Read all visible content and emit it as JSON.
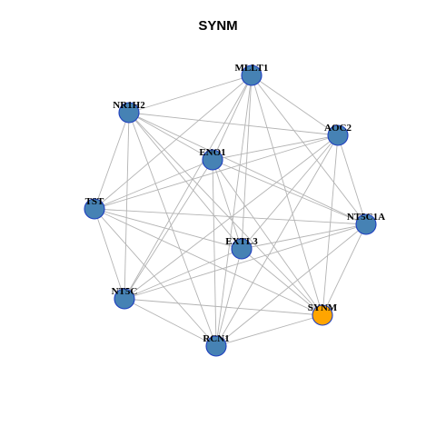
{
  "title": "SYNM",
  "colors": {
    "node_fill": "#4682b4",
    "node_stroke": "#1f3fbf",
    "highlight_fill": "#ffa500",
    "highlight_stroke": "#1f3fbf",
    "edge": "#b3b3b3"
  },
  "nodes": [
    {
      "id": "MLLT1",
      "label": "MLLT1",
      "highlight": false
    },
    {
      "id": "NR1H2",
      "label": "NR1H2",
      "highlight": false
    },
    {
      "id": "AOC2",
      "label": "AOC2",
      "highlight": false
    },
    {
      "id": "ENO1",
      "label": "ENO1",
      "highlight": false
    },
    {
      "id": "TST",
      "label": "TST",
      "highlight": false
    },
    {
      "id": "NT5C1A",
      "label": "NT5C1A",
      "highlight": false
    },
    {
      "id": "EXTL3",
      "label": "EXTL3",
      "highlight": false
    },
    {
      "id": "NT5C",
      "label": "NT5C",
      "highlight": false
    },
    {
      "id": "SYNM",
      "label": "SYNM",
      "highlight": true
    },
    {
      "id": "RCN1",
      "label": "RCN1",
      "highlight": false
    }
  ],
  "edges": [
    [
      "MLLT1",
      "NR1H2"
    ],
    [
      "MLLT1",
      "AOC2"
    ],
    [
      "MLLT1",
      "ENO1"
    ],
    [
      "MLLT1",
      "TST"
    ],
    [
      "MLLT1",
      "NT5C1A"
    ],
    [
      "MLLT1",
      "EXTL3"
    ],
    [
      "MLLT1",
      "NT5C"
    ],
    [
      "MLLT1",
      "SYNM"
    ],
    [
      "MLLT1",
      "RCN1"
    ],
    [
      "NR1H2",
      "AOC2"
    ],
    [
      "NR1H2",
      "ENO1"
    ],
    [
      "NR1H2",
      "TST"
    ],
    [
      "NR1H2",
      "NT5C1A"
    ],
    [
      "NR1H2",
      "EXTL3"
    ],
    [
      "NR1H2",
      "NT5C"
    ],
    [
      "NR1H2",
      "SYNM"
    ],
    [
      "NR1H2",
      "RCN1"
    ],
    [
      "AOC2",
      "ENO1"
    ],
    [
      "AOC2",
      "TST"
    ],
    [
      "AOC2",
      "NT5C1A"
    ],
    [
      "AOC2",
      "EXTL3"
    ],
    [
      "AOC2",
      "NT5C"
    ],
    [
      "AOC2",
      "SYNM"
    ],
    [
      "AOC2",
      "RCN1"
    ],
    [
      "ENO1",
      "TST"
    ],
    [
      "ENO1",
      "NT5C1A"
    ],
    [
      "ENO1",
      "EXTL3"
    ],
    [
      "ENO1",
      "NT5C"
    ],
    [
      "ENO1",
      "SYNM"
    ],
    [
      "ENO1",
      "RCN1"
    ],
    [
      "TST",
      "NT5C1A"
    ],
    [
      "TST",
      "EXTL3"
    ],
    [
      "TST",
      "NT5C"
    ],
    [
      "TST",
      "SYNM"
    ],
    [
      "TST",
      "RCN1"
    ],
    [
      "NT5C1A",
      "EXTL3"
    ],
    [
      "NT5C1A",
      "NT5C"
    ],
    [
      "NT5C1A",
      "SYNM"
    ],
    [
      "NT5C1A",
      "RCN1"
    ],
    [
      "EXTL3",
      "NT5C"
    ],
    [
      "EXTL3",
      "SYNM"
    ],
    [
      "EXTL3",
      "RCN1"
    ],
    [
      "NT5C",
      "SYNM"
    ],
    [
      "NT5C",
      "RCN1"
    ],
    [
      "SYNM",
      "RCN1"
    ]
  ]
}
